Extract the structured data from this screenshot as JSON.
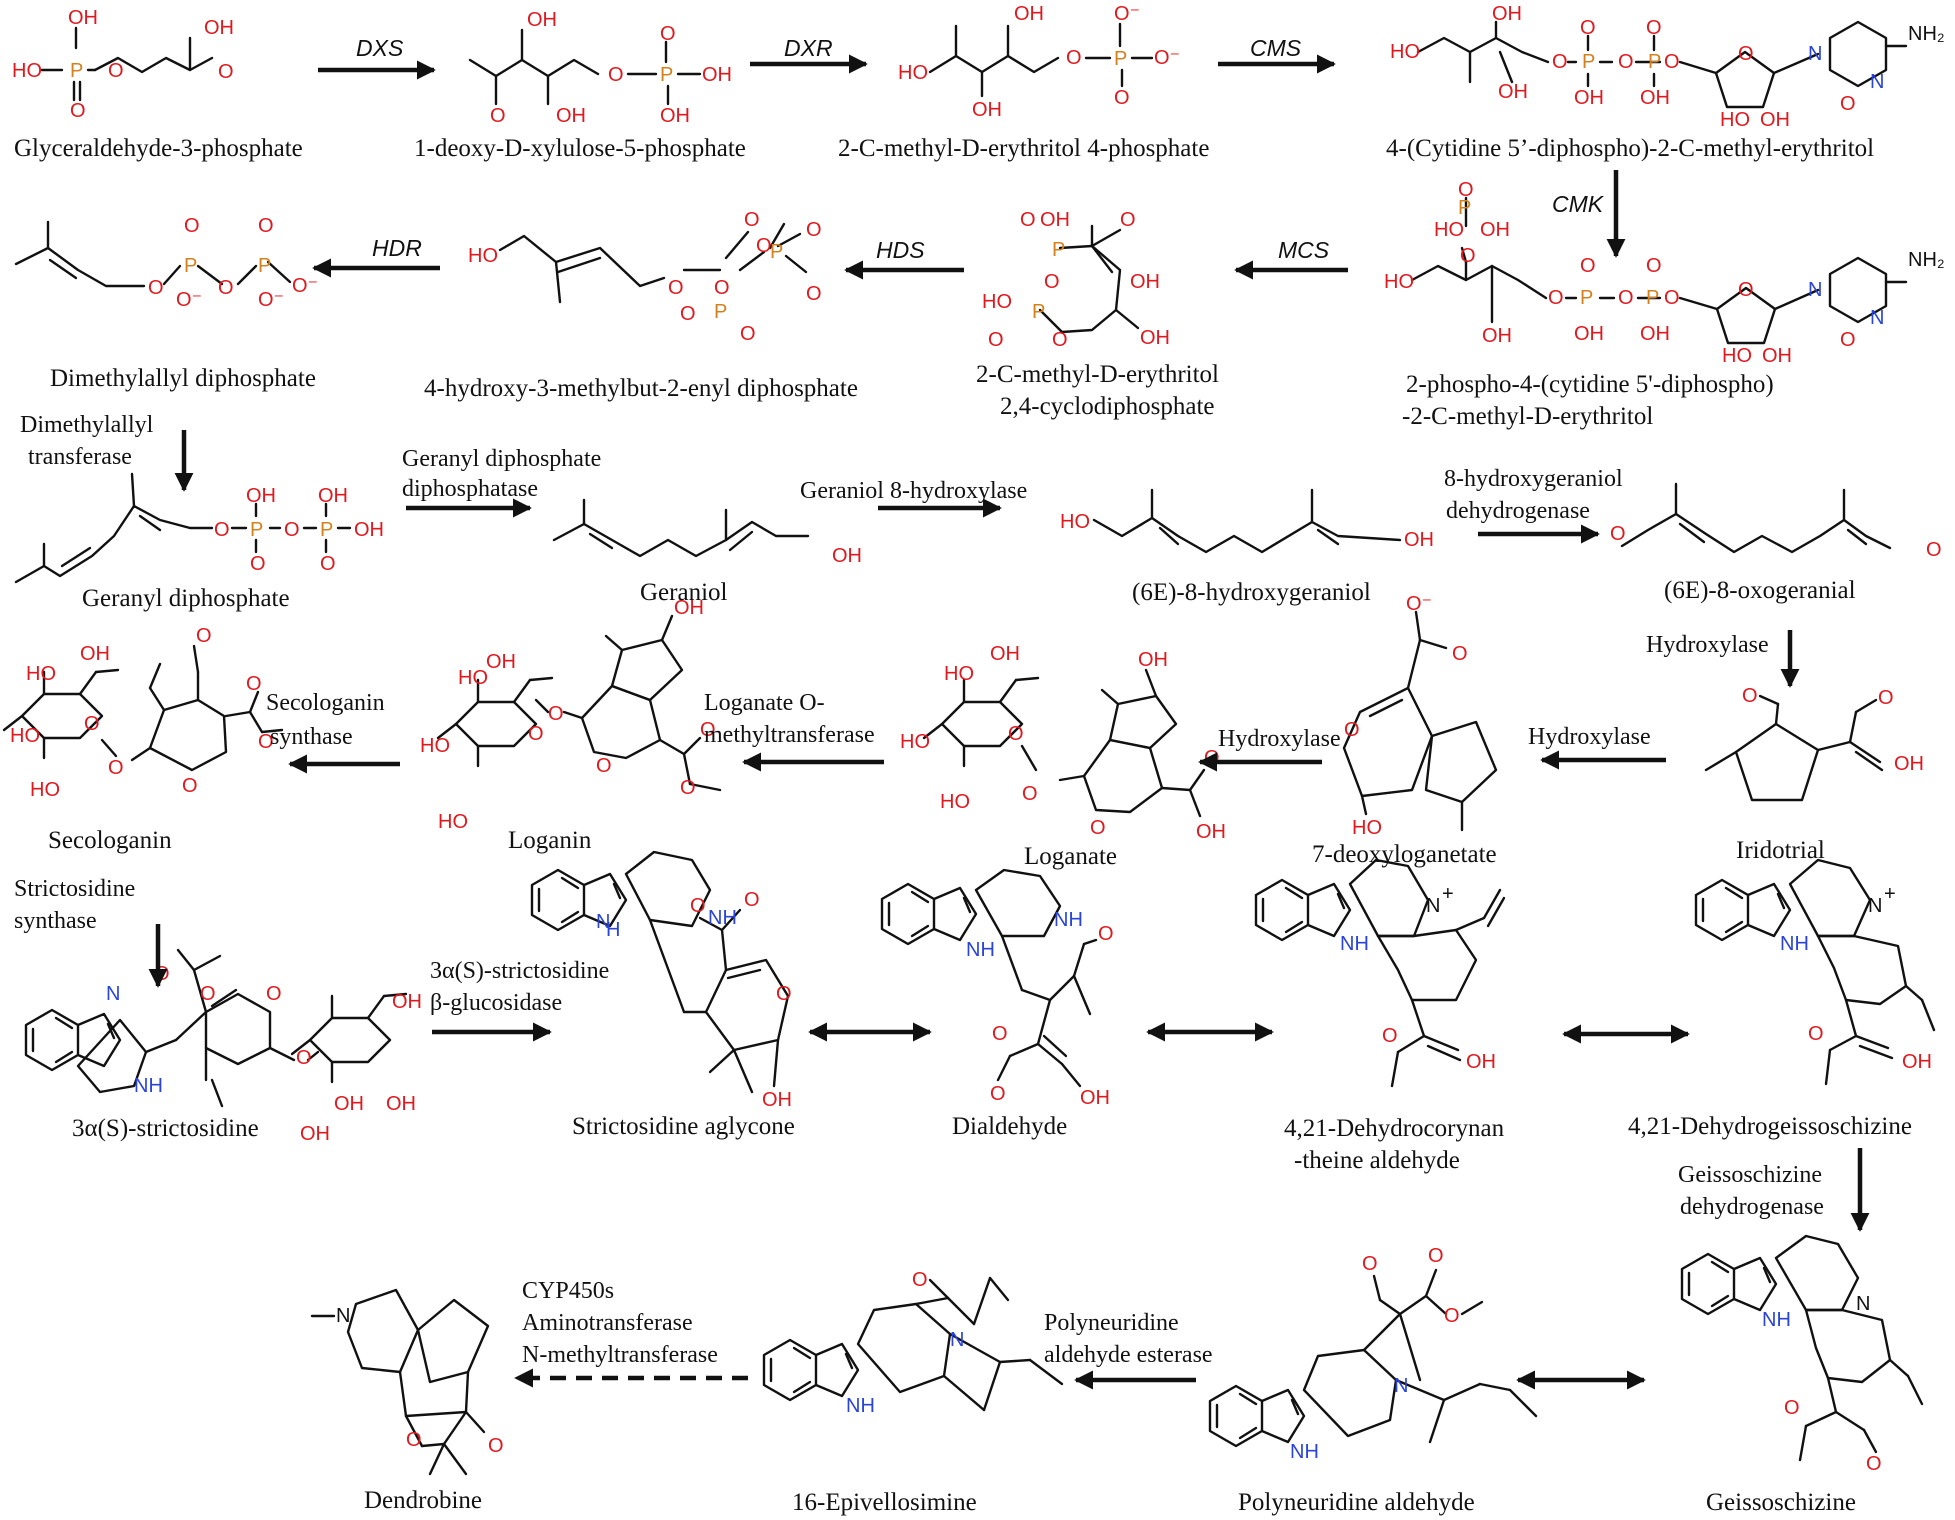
{
  "colors": {
    "oxygen": "#e0191f",
    "phosphorus": "#d4801c",
    "nitrogen": "#2a44d8",
    "ink": "#111111"
  },
  "compounds": {
    "g3p": "Glyceraldehyde-3-phosphate",
    "dxp": "1-deoxy-D-xylulose-5-phosphate",
    "mep": "2-C-methyl-D-erythritol 4-phosphate",
    "cdpme": "4-(Cytidine 5’-diphospho)-2-C-methyl-erythritol",
    "cdpmep_1": "2-phospho-4-(cytidine 5'-diphospho)",
    "cdpmep_2": "-2-C-methyl-D-erythritol",
    "mecpp_1": "2-C-methyl-D-erythritol",
    "mecpp_2": "2,4-cyclodiphosphate",
    "hmbpp": "4-hydroxy-3-methylbut-2-enyl diphosphate",
    "dmapp": "Dimethylallyl diphosphate",
    "gpp": "Geranyl diphosphate",
    "geraniol": "Geraniol",
    "hydroxygeraniol": "(6E)-8-hydroxygeraniol",
    "oxogeranial": "(6E)-8-oxogeranial",
    "iridotrial": "Iridotrial",
    "deoxyloganetate": "7-deoxyloganetate",
    "loganate": "Loganate",
    "loganin": "Loganin",
    "secologanin": "Secologanin",
    "strictosidine": "3α(S)-strictosidine",
    "aglycone": "Strictosidine aglycone",
    "dialdehyde": "Dialdehyde",
    "dehydrocorynan_1": "4,21-Dehydrocorynan",
    "dehydrocorynan_2": "-theine aldehyde",
    "dehydrogeisso": "4,21-Dehydrogeissoschizine",
    "geissoschizine": "Geissoschizine",
    "polyneuridine": "Polyneuridine aldehyde",
    "epivellosimine": "16-Epivellosimine",
    "dendrobine": "Dendrobine"
  },
  "enzymes": {
    "dxs": "DXS",
    "dxr": "DXR",
    "cms": "CMS",
    "cmk": "CMK",
    "mcs": "MCS",
    "hds": "HDS",
    "hdr": "HDR",
    "dmat_1": "Dimethylallyl",
    "dmat_2": "transferase",
    "gppase_1": "Geranyl diphosphate",
    "gppase_2": "diphosphatase",
    "g8h": "Geraniol 8-hydroxylase",
    "hgd_1": "8-hydroxygeraniol",
    "hgd_2": "dehydrogenase",
    "hydroxylase_a": "Hydroxylase",
    "hydroxylase_b": "Hydroxylase",
    "hydroxylase_c": "Hydroxylase",
    "lamt_1": "Loganate O-",
    "lamt_2": "methyltransferase",
    "sls_1": "Secologanin",
    "sls_2": "synthase",
    "str_1": "Strictosidine",
    "str_2": "synthase",
    "sgd_1": "3α(S)-strictosidine",
    "sgd_2": "β-glucosidase",
    "gs_1": "Geissoschizine",
    "gs_2": "dehydrogenase",
    "pnae_1": "Polyneuridine",
    "pnae_2": "aldehyde esterase",
    "cyp_1": "CYP450s",
    "cyp_2": "Aminotransferase",
    "cyp_3": "N-methyltransferase"
  },
  "atoms": {
    "oh": "OH",
    "ho": "HO",
    "o": "O",
    "p": "P",
    "n": "N",
    "nh": "NH",
    "h": "H",
    "nh2": "NH₂",
    "ominus": "O⁻",
    "nplus": "N⁺",
    "minus": "⁻",
    "plus": "+"
  }
}
